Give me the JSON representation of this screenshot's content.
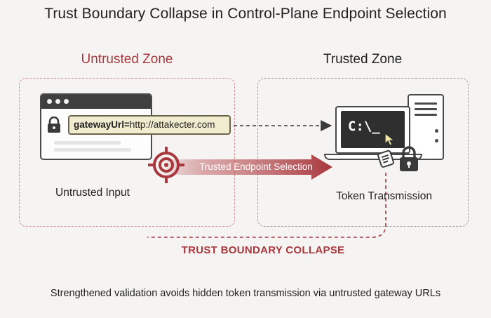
{
  "title": "Trust Boundary Collapse in Control-Plane Endpoint Selection",
  "zones": {
    "untrusted": {
      "title": "Untrusted Zone",
      "label": "Untrusted Input"
    },
    "trusted": {
      "title": "Trusted Zone",
      "label": "Token Transmission"
    }
  },
  "url_field": {
    "key": "gatewayUrl=",
    "value": "http://attakecter.com"
  },
  "arrow_label": "Trusted Endpoint Selection",
  "terminal_prompt": "C:\\_",
  "collapse_label": "TRUST BOUNDARY COLLAPSE",
  "footer": "Strengthened validation avoids hidden token transmission via untrusted gateway URLs",
  "colors": {
    "accent_red": "#a8383e",
    "dark": "#3f3f3f",
    "url_highlight": "#f1eccf",
    "background": "#f6f4f2"
  },
  "icons": [
    "lock-icon",
    "target-icon",
    "terminal-monitor-icon",
    "server-icon",
    "cursor-icon",
    "token-icon",
    "padlock-icon"
  ]
}
